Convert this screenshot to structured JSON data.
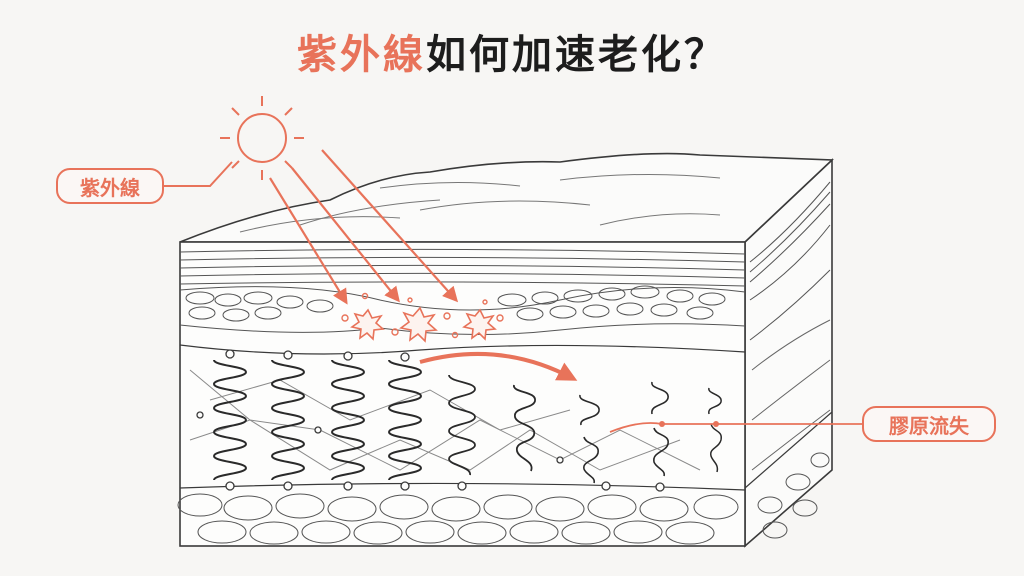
{
  "title": {
    "highlight": "紫外線",
    "rest": "如何加速老化？"
  },
  "labels": {
    "uv": "紫外線",
    "collagen_loss": "膠原流失"
  },
  "colors": {
    "accent": "#e8735a",
    "line": "#3a3a3a",
    "background": "#f7f6f4"
  }
}
